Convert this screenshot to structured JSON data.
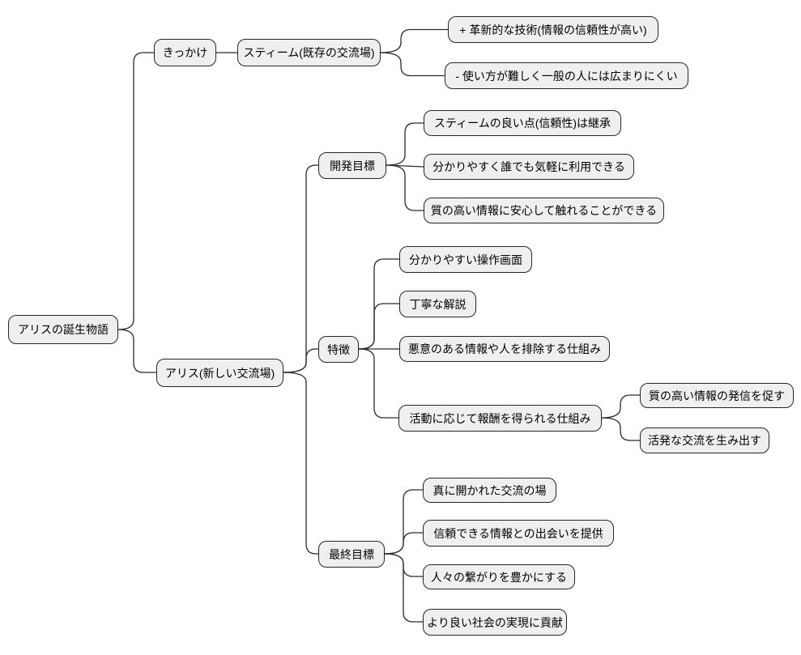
{
  "diagram_type": "mindmap",
  "colors": {
    "background": "#ffffff",
    "node_fill": "#efefef",
    "node_border": "#262626",
    "link_stroke": "#2b2b2b",
    "text": "#000000"
  },
  "tree": {
    "label": "アリスの誕生物語",
    "children": [
      {
        "label": "きっかけ",
        "children": [
          {
            "label": "スティーム(既存の交流場)",
            "children": [
              {
                "label": "+ 革新的な技術(情報の信頼性が高い)"
              },
              {
                "label": "- 使い方が難しく一般の人には広まりにくい"
              }
            ]
          }
        ]
      },
      {
        "label": "アリス(新しい交流場)",
        "children": [
          {
            "label": "開発目標",
            "children": [
              {
                "label": "スティームの良い点(信頼性)は継承"
              },
              {
                "label": "分かりやすく誰でも気軽に利用できる"
              },
              {
                "label": "質の高い情報に安心して触れることができる"
              }
            ]
          },
          {
            "label": "特徴",
            "children": [
              {
                "label": "分かりやすい操作画面"
              },
              {
                "label": "丁寧な解説"
              },
              {
                "label": "悪意のある情報や人を排除する仕組み"
              },
              {
                "label": "活動に応じて報酬を得られる仕組み",
                "children": [
                  {
                    "label": "質の高い情報の発信を促す"
                  },
                  {
                    "label": "活発な交流を生み出す"
                  }
                ]
              }
            ]
          },
          {
            "label": "最終目標",
            "children": [
              {
                "label": "真に開かれた交流の場"
              },
              {
                "label": "信頼できる情報との出会いを提供"
              },
              {
                "label": "人々の繋がりを豊かにする"
              },
              {
                "label": "より良い社会の実現に貢献"
              }
            ]
          }
        ]
      }
    ]
  }
}
